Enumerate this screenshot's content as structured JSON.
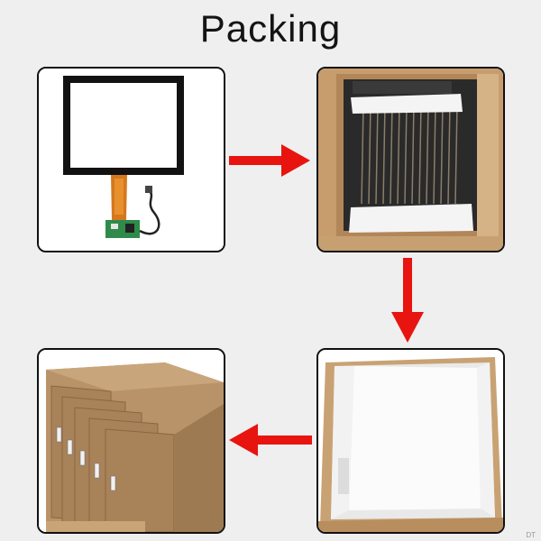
{
  "title": "Packing",
  "colors": {
    "background": "#efefef",
    "arrow": "#e8140f",
    "panel_border": "#111111",
    "cardboard": "#b8936a"
  },
  "steps": [
    {
      "name": "touch-panel-with-cable"
    },
    {
      "name": "open-box-with-panels"
    },
    {
      "name": "boxed-panel-with-foam"
    },
    {
      "name": "stacked-cartons"
    }
  ],
  "watermark": "DT"
}
